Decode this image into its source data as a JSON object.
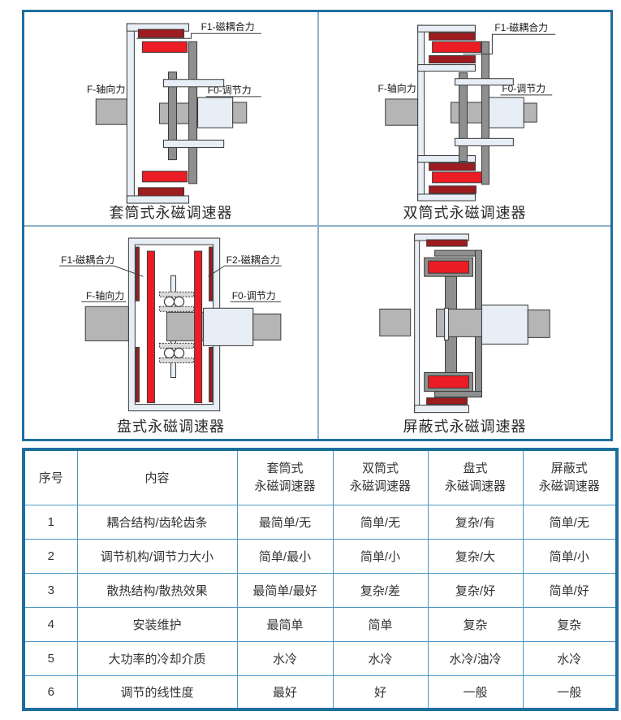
{
  "colors": {
    "frame_teal": "#1F6F9E",
    "grid_blue": "#8FB2C9",
    "table_line": "#4E96C4",
    "magnet_red": "#EC1C24",
    "magnet_dark_red": "#9E1B1F",
    "steel_gray": "#8F8F8F",
    "steel_gray_light": "#B5B5B5",
    "panel_light": "#E8EEF5",
    "outline": "#3A3A3A",
    "text_dark": "#2B2B2B"
  },
  "diagrams": {
    "sleeve": {
      "caption": "套筒式永磁调速器",
      "labels": {
        "f1": "F1-磁耦合力",
        "f": "F-轴向力",
        "f0": "F0-调节力"
      }
    },
    "double": {
      "caption": "双筒式永磁调速器",
      "labels": {
        "f1": "F1-磁耦合力",
        "f": "F-轴向力",
        "f0": "F0-调节力"
      }
    },
    "disc": {
      "caption": "盘式永磁调速器",
      "labels": {
        "f1": "F1-磁耦合力",
        "f2": "F2-磁耦合力",
        "f": "F-轴向力",
        "f0": "F0-调节力"
      }
    },
    "shielded": {
      "caption": "屏蔽式永磁调速器",
      "labels": {}
    }
  },
  "table": {
    "header": {
      "no": "序号",
      "item": "内容",
      "devices": [
        {
          "line1": "套筒式",
          "line2": "永磁调速器"
        },
        {
          "line1": "双筒式",
          "line2": "永磁调速器"
        },
        {
          "line1": "盘式",
          "line2": "永磁调速器"
        },
        {
          "line1": "屏蔽式",
          "line2": "永磁调速器"
        }
      ]
    },
    "rows": [
      {
        "no": "1",
        "item": "耦合结构/齿轮齿条",
        "c1": "最简单/无",
        "c2": "简单/无",
        "c3": "复杂/有",
        "c4": "简单/无"
      },
      {
        "no": "2",
        "item": "调节机构/调节力大小",
        "c1": "简单/最小",
        "c2": "简单/小",
        "c3": "复杂/大",
        "c4": "简单/小"
      },
      {
        "no": "3",
        "item": "散热结构/散热效果",
        "c1": "最简单/最好",
        "c2": "复杂/差",
        "c3": "复杂/好",
        "c4": "简单/好"
      },
      {
        "no": "4",
        "item": "安装维护",
        "c1": "最简单",
        "c2": "简单",
        "c3": "复杂",
        "c4": "复杂"
      },
      {
        "no": "5",
        "item": "大功率的冷却介质",
        "c1": "水冷",
        "c2": "水冷",
        "c3": "水冷/油冷",
        "c4": "水冷"
      },
      {
        "no": "6",
        "item": "调节的线性度",
        "c1": "最好",
        "c2": "好",
        "c3": "一般",
        "c4": "一般"
      }
    ]
  }
}
